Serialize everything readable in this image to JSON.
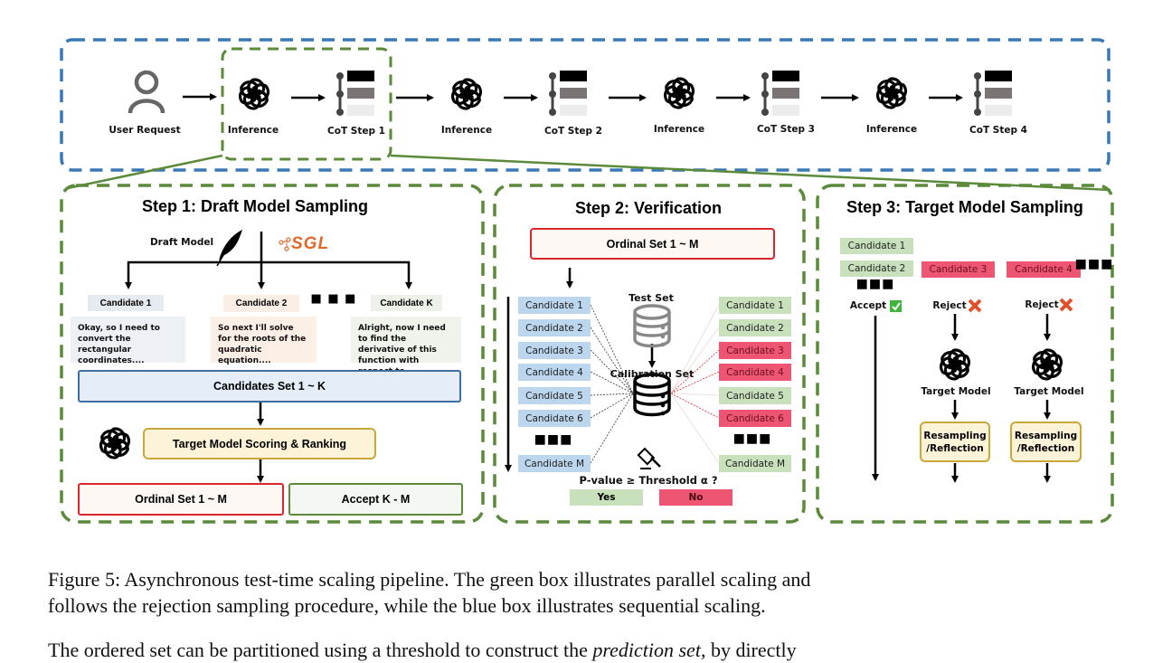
{
  "top_pipeline": {
    "nodes": [
      {
        "label": "User Request",
        "icon": "user-icon"
      },
      {
        "label": "Inference",
        "icon": "openai-logo-icon"
      },
      {
        "label": "CoT Step 1",
        "icon": "cot-steps-icon"
      },
      {
        "label": "Inference",
        "icon": "openai-logo-icon"
      },
      {
        "label": "CoT Step 2",
        "icon": "cot-steps-icon"
      },
      {
        "label": "Inference",
        "icon": "openai-logo-icon"
      },
      {
        "label": "CoT Step 3",
        "icon": "cot-steps-icon"
      },
      {
        "label": "Inference",
        "icon": "openai-logo-icon"
      },
      {
        "label": "CoT Step 4",
        "icon": "cot-steps-icon"
      }
    ]
  },
  "step1": {
    "title": "Step 1: Draft Model Sampling",
    "draft_model_label": "Draft Model",
    "sgl_logo_text": "SGL",
    "candidates": [
      {
        "label": "Candidate 1",
        "text": "Okay, so I need to convert the rectangular coordinates...."
      },
      {
        "label": "Candidate 2",
        "text": "So next I'll solve for the roots of the quadratic equation...."
      },
      {
        "label": "Candidate K",
        "text": "Alright, now I need to find the derivative of this function with respect to...."
      }
    ],
    "candidates_set": "Candidates Set 1 ~ K",
    "scoring": "Target Model Scoring & Ranking",
    "ordinal_set": "Ordinal Set 1 ~ M",
    "accept": "Accept K - M"
  },
  "step2": {
    "title": "Step 2: Verification",
    "ordinal_set": "Ordinal Set 1 ~ M",
    "test_set_label": "Test Set",
    "calibration_set_label": "Calibration Set",
    "left_candidates": [
      "Candidate 1",
      "Candidate 2",
      "Candidate 3",
      "Candidate 4",
      "Candidate 5",
      "Candidate 6",
      "Candidate M"
    ],
    "right_candidates": [
      {
        "label": "Candidate 1",
        "status": "accept"
      },
      {
        "label": "Candidate 2",
        "status": "accept"
      },
      {
        "label": "Candidate 3",
        "status": "reject"
      },
      {
        "label": "Candidate 4",
        "status": "reject"
      },
      {
        "label": "Candidate 5",
        "status": "accept"
      },
      {
        "label": "Candidate 6",
        "status": "reject"
      },
      {
        "label": "Candidate M",
        "status": "accept"
      }
    ],
    "question": "P-value ≥ Threshold α ?",
    "yes": "Yes",
    "no": "No"
  },
  "step3": {
    "title": "Step 3: Target Model Sampling",
    "accepted": [
      "Candidate 1",
      "Candidate 2"
    ],
    "rejected": [
      "Candidate 3",
      "Candidate 4"
    ],
    "accept_label": "Accept",
    "reject_label": "Reject",
    "target_model_label": "Target Model",
    "resampling_line1": "Resampling",
    "resampling_line2": "/Reflection"
  },
  "caption": {
    "line1": "Figure 5:  Asynchronous test-time scaling pipeline.  The green box illustrates parallel scaling and",
    "line2": "follows the rejection sampling procedure, while the blue box illustrates sequential scaling.",
    "line3_start": "The ordered set can be partitioned using a threshold to construct the ",
    "line3_italic": "prediction set",
    "line3_end": ", by directly"
  },
  "colors": {
    "blue_dash": "#3a78b5",
    "green_dash": "#5a8a3a",
    "red_border": "#d9262c",
    "accept_green": "#c8e0bc",
    "reject_red": "#ee5573",
    "candidate_blue": "#bcd6ee",
    "gold_border": "#c9a83a",
    "sgl_orange": "#e06a2c"
  }
}
